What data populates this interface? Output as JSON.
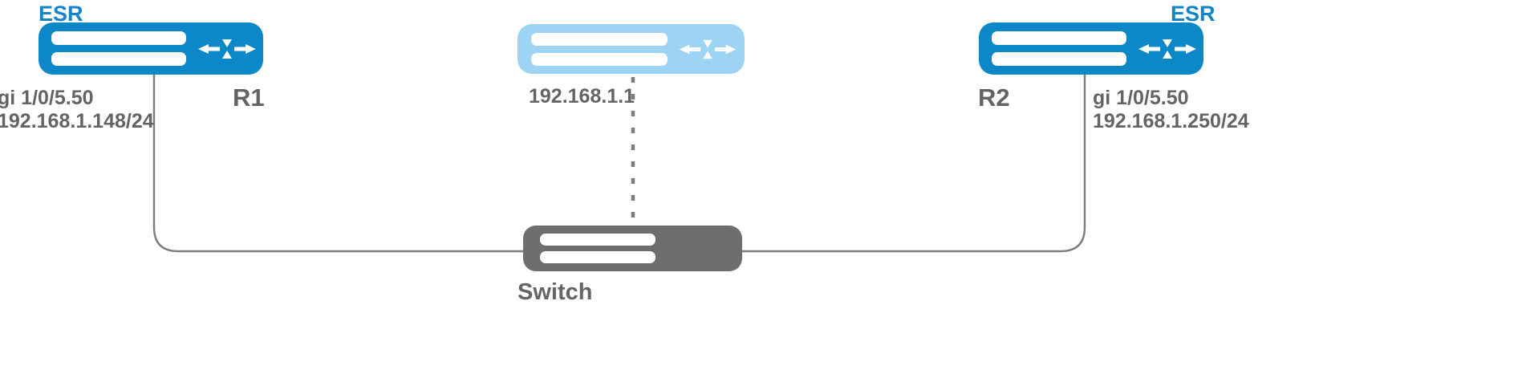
{
  "diagram": {
    "title": "ESR routers connected through switch",
    "colors": {
      "router_blue": "#0c87c8",
      "router_light_blue": "#9dd3f3",
      "switch_gray": "#6e6e6e",
      "label_gray": "#646464",
      "esr_blue": "#1284c8",
      "link_gray": "#7d7d7d",
      "background": "#ffffff"
    }
  },
  "nodes": {
    "r1": {
      "vendor_label": "ESR",
      "name": "R1",
      "interface": "gi 1/0/5.50",
      "ip": "192.168.1.148/24",
      "icon": "router-icon"
    },
    "vrrp": {
      "ip": "192.168.1.1",
      "icon": "virtual-router-icon"
    },
    "r2": {
      "vendor_label": "ESR",
      "name": "R2",
      "interface": "gi 1/0/5.50",
      "ip": "192.168.1.250/24",
      "icon": "router-icon"
    },
    "switch": {
      "name": "Switch",
      "icon": "switch-icon"
    }
  },
  "links": [
    {
      "from": "r1",
      "to": "switch",
      "style": "solid"
    },
    {
      "from": "r2",
      "to": "switch",
      "style": "solid"
    },
    {
      "from": "vrrp",
      "to": "switch",
      "style": "dotted"
    }
  ]
}
